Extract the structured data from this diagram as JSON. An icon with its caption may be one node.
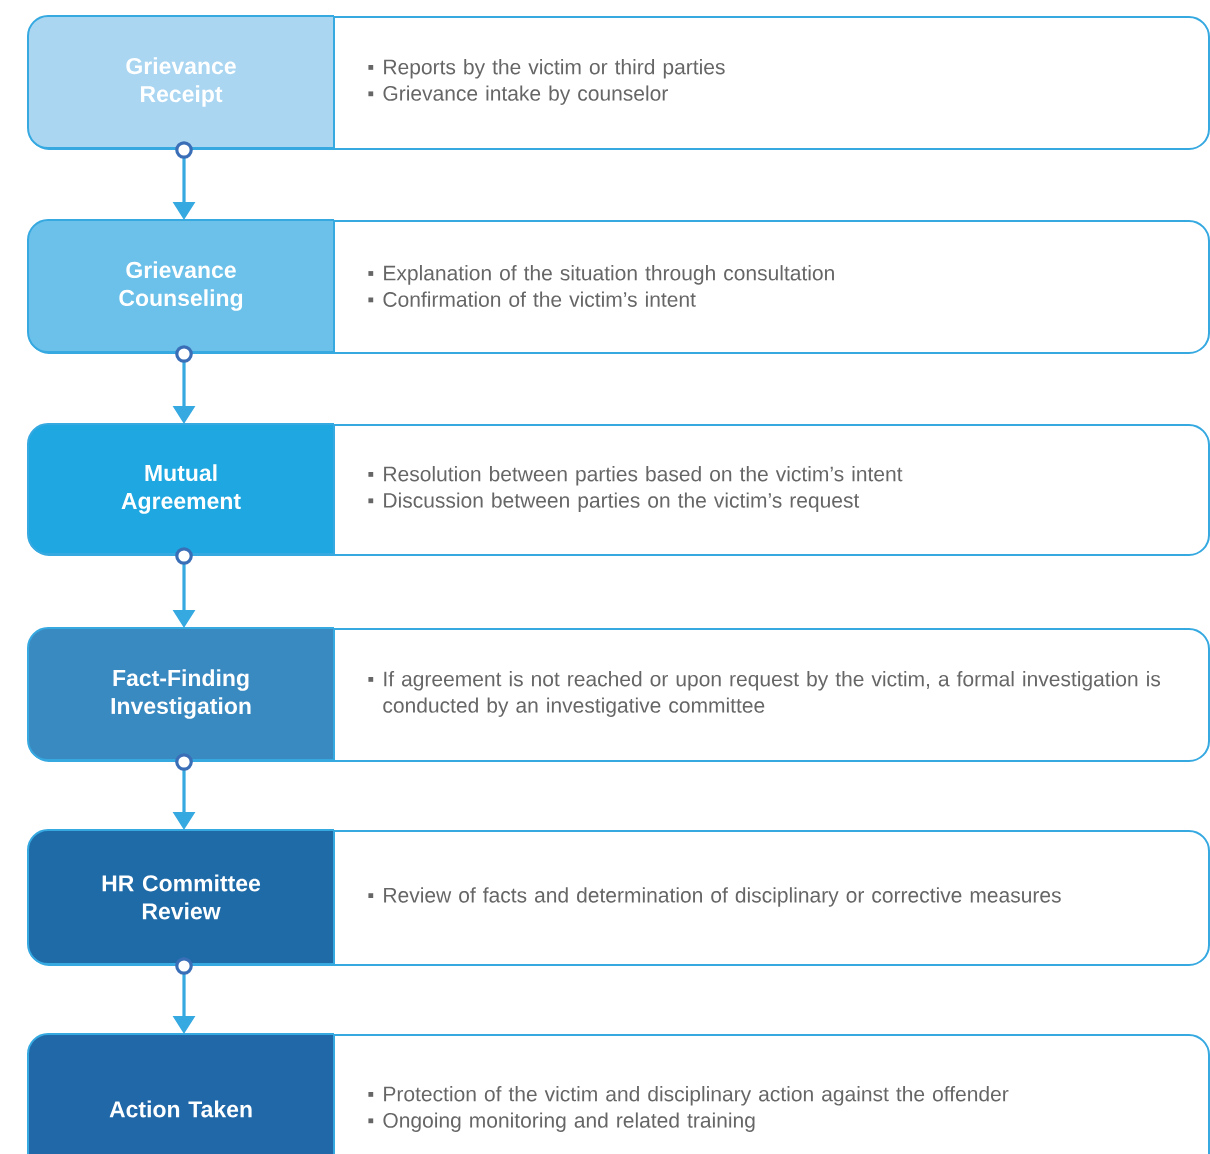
{
  "diagram": {
    "nodes": [
      {
        "text": [
          "Grievance Receipt",
          "Reports by the victim or third parties",
          "Grievance intake by counselor"
        ]
      },
      {
        "text": [
          "Grievance Counseling",
          "Explanation of the situation through consultation",
          "Confirmation of the victim’s intent"
        ]
      },
      {
        "text": [
          "Mutual Agreement",
          "Resolution between parties based on the victim’s intent",
          "Discussion between parties on the victim’s request"
        ]
      },
      {
        "text": [
          "Fact-Finding Investigation",
          "If agreement is not reached or upon request by the victim, a formal investigation is conducted by an investigative committee"
        ]
      },
      {
        "text": [
          "HR Committee Review",
          "Review of facts and determination of disciplinary or corrective measures"
        ]
      },
      {
        "text": [
          "Action Taken",
          "Protection of the victim and disciplinary action against the offender",
          "Ongoing monitoring and related training"
        ]
      }
    ],
    "edges": [
      {
        "from": 0,
        "to": 1,
        "arrow": "to"
      },
      {
        "from": 1,
        "to": 2,
        "arrow": "to"
      },
      {
        "from": 2,
        "to": 3,
        "arrow": "to"
      },
      {
        "from": 3,
        "to": 4,
        "arrow": "to"
      },
      {
        "from": 4,
        "to": 5,
        "arrow": "to"
      }
    ]
  }
}
